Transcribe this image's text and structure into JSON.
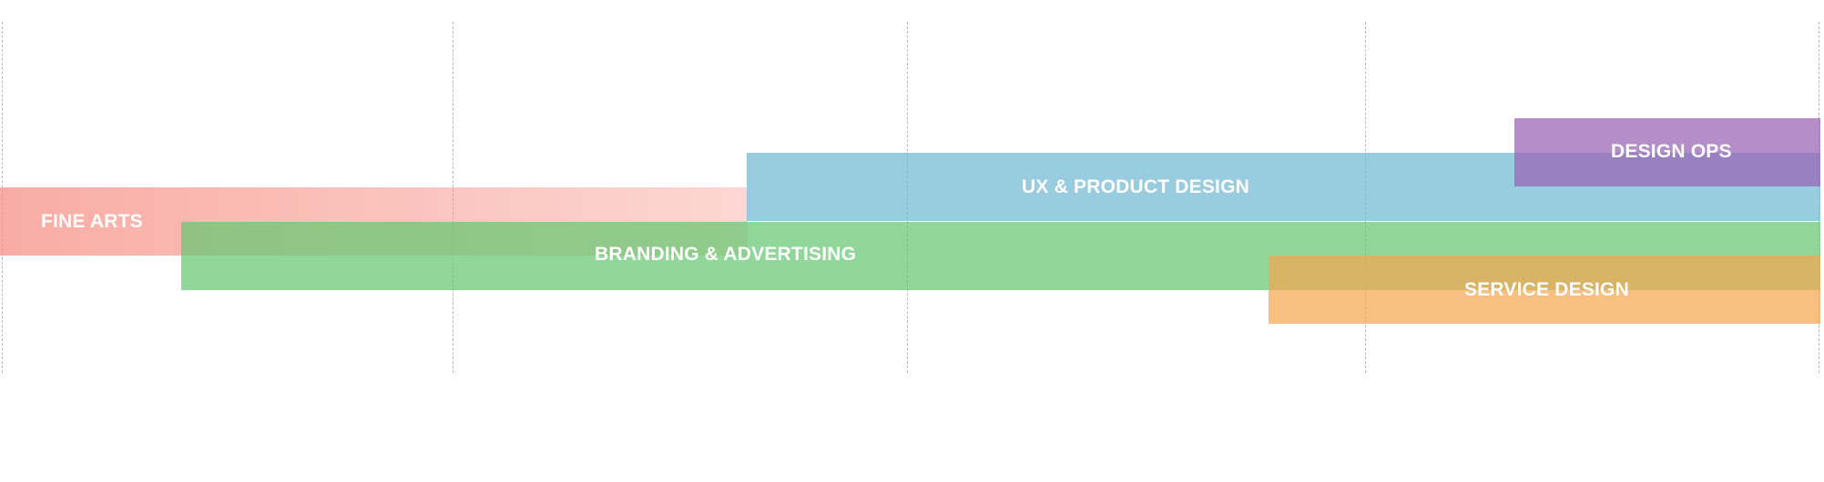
{
  "timeline": {
    "gridline_count": 5,
    "bands": {
      "fine_arts": {
        "label": "FINE ARTS",
        "color": "#F68C80"
      },
      "ux_product_design": {
        "label": "UX & PRODUCT DESIGN",
        "color": "#71B9D3"
      },
      "branding_advertising": {
        "label": "BRANDING & ADVERTISING",
        "color": "#66C771"
      },
      "design_ops": {
        "label": "DESIGN OPS",
        "color": "#9863B4"
      },
      "service_design": {
        "label": "SERVICE DESIGN",
        "color": "#F4A752"
      }
    }
  }
}
